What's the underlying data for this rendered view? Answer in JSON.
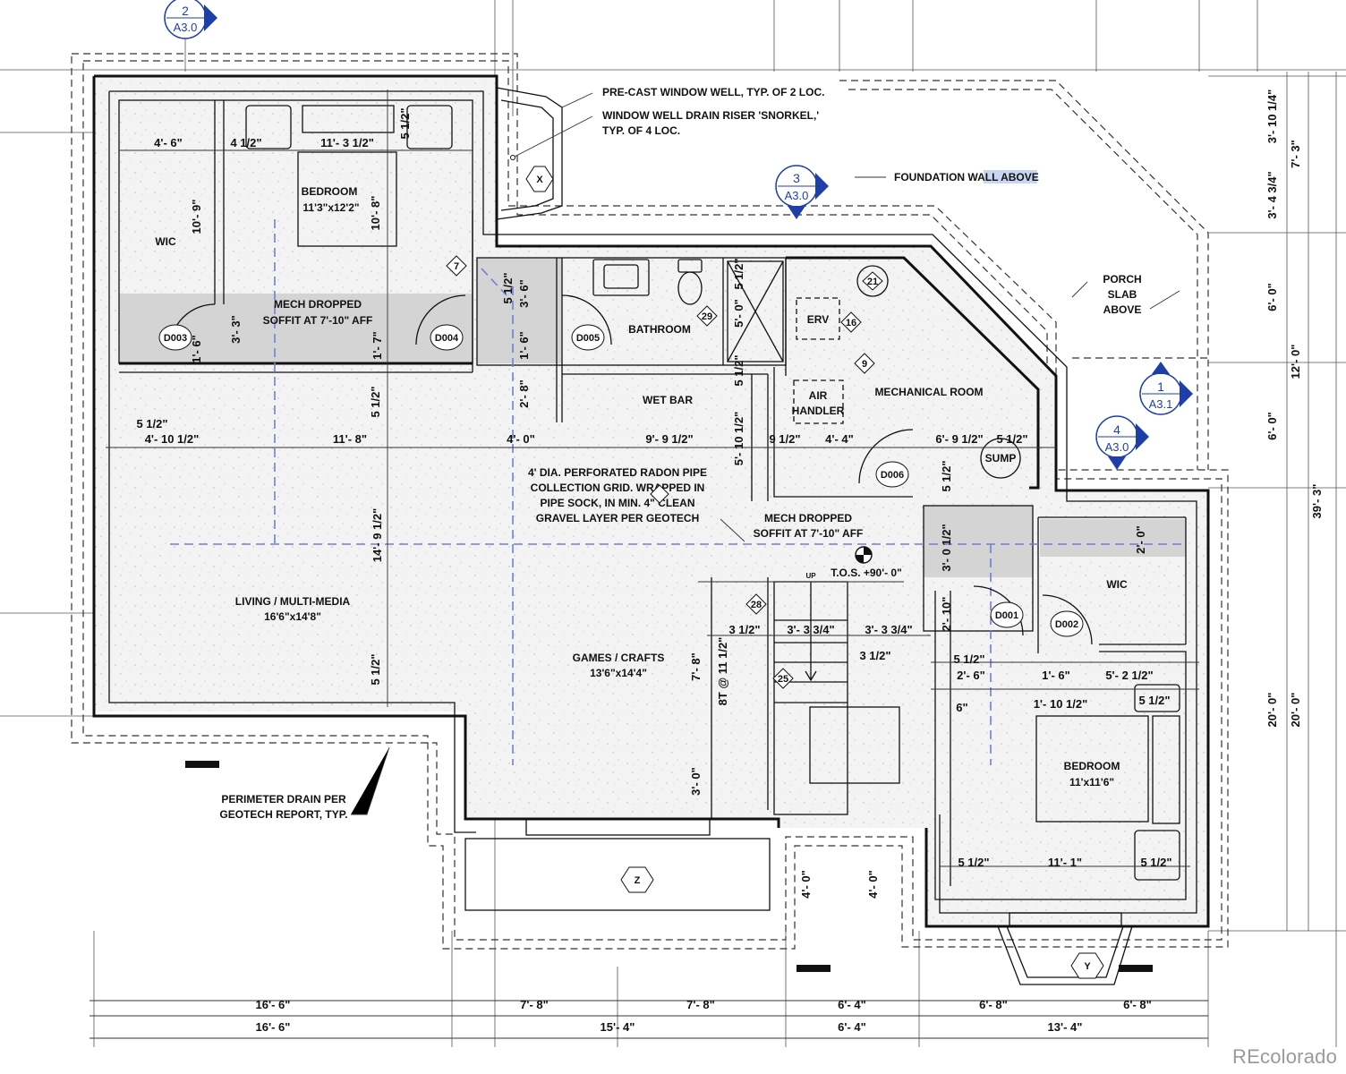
{
  "markers": [
    {
      "num": "2",
      "sheet": "A3.0"
    },
    {
      "num": "3",
      "sheet": "A3.0"
    },
    {
      "num": "1",
      "sheet": "A3.1"
    },
    {
      "num": "4",
      "sheet": "A3.0"
    }
  ],
  "rooms": {
    "bedroom1": {
      "name": "BEDROOM",
      "size": "11'3\"x12'2\""
    },
    "wic1": "WIC",
    "mech_soffit1": [
      "MECH DROPPED",
      "SOFFIT AT 7'-10\" AFF"
    ],
    "bathroom": "BATHROOM",
    "wetbar": "WET BAR",
    "erv": "ERV",
    "air_handler": [
      "AIR",
      "HANDLER"
    ],
    "mechanical": "MECHANICAL ROOM",
    "living": {
      "name": "LIVING / MULTI-MEDIA",
      "size": "16'6\"x14'8\""
    },
    "games": {
      "name": "GAMES / CRAFTS",
      "size": "13'6\"x14'4\""
    },
    "mech_soffit2": [
      "MECH DROPPED",
      "SOFFIT AT 7'-10\" AFF"
    ],
    "wic2": "WIC",
    "bedroom2": {
      "name": "BEDROOM",
      "size": "11'x11'6\""
    },
    "sump": "SUMP",
    "porch": [
      "PORCH",
      "SLAB",
      "ABOVE"
    ]
  },
  "notes": {
    "window_well": "PRE-CAST WINDOW WELL, TYP. OF 2 LOC.",
    "drain_riser": [
      "WINDOW WELL DRAIN RISER 'SNORKEL,'",
      "TYP. OF 4 LOC."
    ],
    "foundation_prefix": "FOUNDATION WA",
    "foundation_highlight": "LL ABOVE",
    "radon": [
      "4' DIA. PERFORATED RADON PIPE",
      "COLLECTION GRID. WRAPPED IN",
      "PIPE SOCK, IN MIN. 4\" CLEAN",
      "GRAVEL LAYER PER GEOTECH"
    ],
    "perimeter": [
      "PERIMETER DRAIN PER",
      "GEOTECH REPORT, TYP."
    ],
    "tos": "T.O.S. +90'- 0\"",
    "stair": "8T @ 11 1/2\"",
    "up": "UP"
  },
  "doors": [
    "D003",
    "D004",
    "D005",
    "D006",
    "D001",
    "D002"
  ],
  "keynotes": [
    "7",
    "29",
    "21",
    "16",
    "9",
    "28",
    "25"
  ],
  "wells": [
    "X",
    "Z",
    "Y"
  ],
  "dimensions": {
    "top": [
      "4'- 6\"",
      "4 1/2\"",
      "11'- 3 1/2\"",
      "5 1/2\"",
      "10'- 9\"",
      "10'- 8\"",
      "3'- 3\"",
      "1'- 6\"",
      "1'- 7\"",
      "5 1/2\"",
      "3'- 6\"",
      "1'- 6\"",
      "2'- 8\"",
      "5'- 0\"",
      "5 1/2\"",
      "5 1/2\""
    ],
    "mid": [
      "5 1/2\"",
      "4'- 10 1/2\"",
      "11'- 8\"",
      "4'- 0\"",
      "9'- 9 1/2\"",
      "9 1/2\"",
      "4'- 4\"",
      "6'- 9 1/2\"",
      "5 1/2\"",
      "5'- 10 1/2\"",
      "5 1/2\"",
      "14'- 9 1/2\"",
      "3'- 0 1/2\"",
      "2'- 0\"",
      "5 1/2\""
    ],
    "lower": [
      "2'- 10\"",
      "3 1/2\"",
      "3'- 3 3/4\"",
      "3'- 3 3/4\"",
      "3 1/2\"",
      "7'- 8\"",
      "5 1/2\"",
      "2'- 6\"",
      "1'- 6\"",
      "5'- 2 1/2\"",
      "1'- 10 1/2\"",
      "5 1/2\"",
      "6\"",
      "3'- 0\"",
      "5 1/2\"",
      "11'- 1\"",
      "5 1/2\"",
      "4'- 0\"",
      "4'- 0\""
    ],
    "right": [
      "3'- 10 1/4\"",
      "7'- 3\"",
      "3'- 4 3/4\"",
      "6'- 0\"",
      "12'- 0\"",
      "6'- 0\"",
      "39'- 3\"",
      "20'- 0\"",
      "20'- 0\""
    ],
    "bottom1": [
      "16'- 6\"",
      "7'- 8\"",
      "7'- 8\"",
      "6'- 4\"",
      "6'- 8\"",
      "6'- 8\""
    ],
    "bottom2": [
      "16'- 6\"",
      "15'- 4\"",
      "6'- 4\"",
      "13'- 4\""
    ]
  },
  "watermark": "REcolorado",
  "colors": {
    "marker": "#1f3fa8",
    "soffit": "#d4d4d4",
    "radon": "#6e7fd6",
    "highlight": "#c9d6f2"
  }
}
